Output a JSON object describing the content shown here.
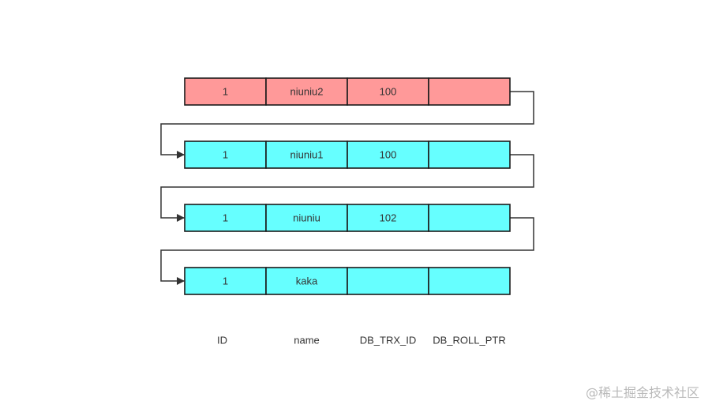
{
  "colors": {
    "current_row": "#ff9999",
    "history_row": "#66ffff",
    "border": "#1a1a1a",
    "connector": "#333333"
  },
  "rows": [
    {
      "role": "current",
      "cells": [
        "1",
        "niuniu2",
        "100",
        ""
      ]
    },
    {
      "role": "history",
      "cells": [
        "1",
        "niuniu1",
        "100",
        ""
      ]
    },
    {
      "role": "history",
      "cells": [
        "1",
        "niuniu",
        "102",
        ""
      ]
    },
    {
      "role": "history",
      "cells": [
        "1",
        "kaka",
        "",
        ""
      ]
    }
  ],
  "column_labels": [
    "ID",
    "name",
    "DB_TRX_ID",
    "DB_ROLL_PTR"
  ],
  "watermark": "@稀土掘金技术社区"
}
